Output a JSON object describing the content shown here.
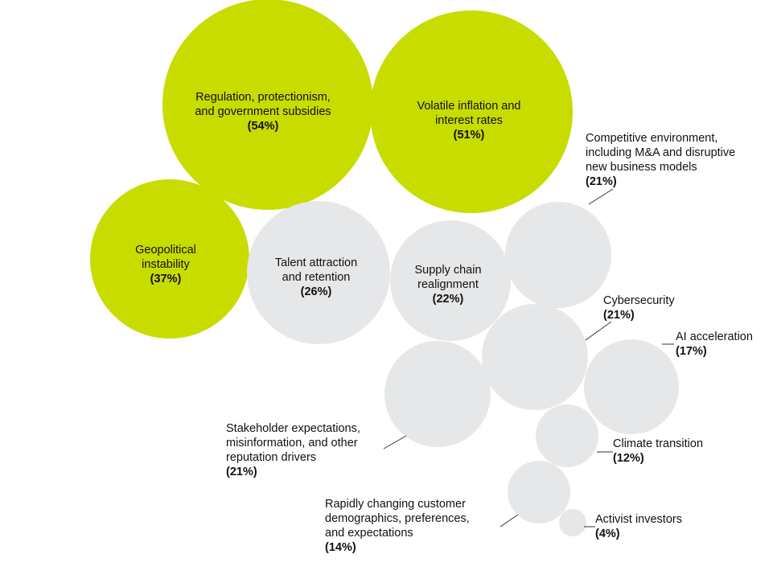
{
  "chart_data": {
    "type": "bubble",
    "title": "",
    "unit": "%",
    "colors": {
      "highlight": "#c8dc00",
      "neutral": "#e6e7e9",
      "text": "#111111",
      "leader_line": "#333333"
    },
    "items": [
      {
        "lines": [
          "Regulation, protectionism,",
          "and government subsidies"
        ],
        "percent_label": "(54%)",
        "value": 54,
        "highlight": true
      },
      {
        "lines": [
          "Volatile inflation and",
          "interest rates"
        ],
        "percent_label": "(51%)",
        "value": 51,
        "highlight": true
      },
      {
        "lines": [
          "Geopolitical",
          "instability"
        ],
        "percent_label": "(37%)",
        "value": 37,
        "highlight": true
      },
      {
        "lines": [
          "Talent attraction",
          "and retention"
        ],
        "percent_label": "(26%)",
        "value": 26,
        "highlight": false
      },
      {
        "lines": [
          "Supply chain",
          "realignment"
        ],
        "percent_label": "(22%)",
        "value": 22,
        "highlight": false
      },
      {
        "lines": [
          "Competitive environment,",
          "including M&A and disruptive",
          "new business models"
        ],
        "percent_label": "(21%)",
        "value": 21,
        "highlight": false
      },
      {
        "lines": [
          "Cybersecurity"
        ],
        "percent_label": "(21%)",
        "value": 21,
        "highlight": false
      },
      {
        "lines": [
          "Stakeholder expectations,",
          "misinformation, and other",
          "reputation drivers"
        ],
        "percent_label": "(21%)",
        "value": 21,
        "highlight": false
      },
      {
        "lines": [
          "AI acceleration"
        ],
        "percent_label": "(17%)",
        "value": 17,
        "highlight": false
      },
      {
        "lines": [
          "Climate transition"
        ],
        "percent_label": "(12%)",
        "value": 12,
        "highlight": false
      },
      {
        "lines": [
          "Rapidly changing customer",
          "demographics, preferences,",
          "and expectations"
        ],
        "percent_label": "(14%)",
        "value": 14,
        "highlight": false
      },
      {
        "lines": [
          "Activist investors"
        ],
        "percent_label": "(4%)",
        "value": 4,
        "highlight": false
      }
    ]
  }
}
